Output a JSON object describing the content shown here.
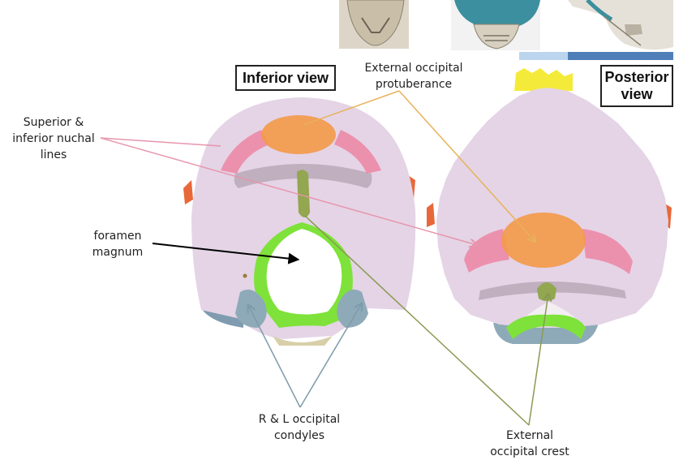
{
  "views": {
    "inferior": "Inferior view",
    "posterior_line1": "Posterior",
    "posterior_line2": "view"
  },
  "labels": {
    "nuchal": [
      "Superior &",
      "inferior nuchal",
      "lines"
    ],
    "eop": [
      "External occipital",
      "protuberance"
    ],
    "foramen": [
      "foramen",
      "magnum"
    ],
    "condyles": [
      "R & L occipital",
      "condyles"
    ],
    "crest": [
      "External",
      "occipital crest"
    ]
  },
  "colors": {
    "bone": "#e4d4e6",
    "nuchal_lines": "#ec8aa6",
    "protuberance": "#f39a4c",
    "crest": "#93a650",
    "foramen_rim": "#7ee23a",
    "condyles": "#8eaab8",
    "mastoid": "#e8683a",
    "suture_top": "#f4ea3a",
    "leader_pink": "#e795ac",
    "leader_orange": "#e8b25a",
    "leader_olive": "#8a9a52",
    "leader_blue": "#7d9bab",
    "leader_black": "#000000"
  },
  "icons": [
    "skull-thumbnail-icon"
  ]
}
